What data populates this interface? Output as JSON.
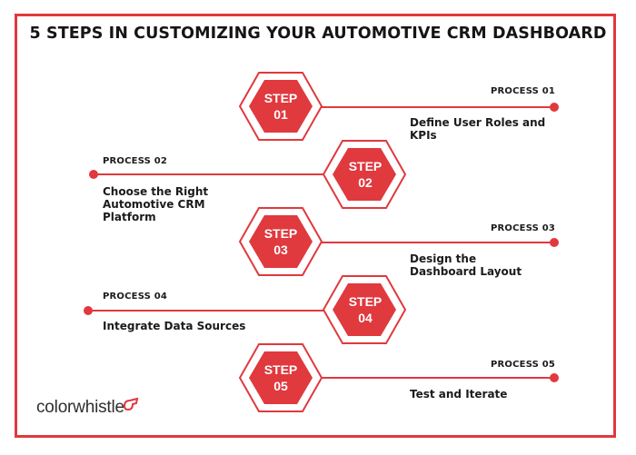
{
  "title": "5 STEPS IN CUSTOMIZING YOUR AUTOMOTIVE CRM DASHBOARD",
  "colors": {
    "accent": "#e0393e",
    "text": "#1b1b1b",
    "background": "#ffffff"
  },
  "steps": [
    {
      "step_label": "STEP",
      "step_number": "01",
      "process": "PROCESS 01",
      "description": "Define User Roles and KPIs"
    },
    {
      "step_label": "STEP",
      "step_number": "02",
      "process": "PROCESS 02",
      "description": "Choose the Right Automotive CRM Platform"
    },
    {
      "step_label": "STEP",
      "step_number": "03",
      "process": "PROCESS 03",
      "description": "Design the Dashboard Layout"
    },
    {
      "step_label": "STEP",
      "step_number": "04",
      "process": "PROCESS 04",
      "description": "Integrate Data Sources"
    },
    {
      "step_label": "STEP",
      "step_number": "05",
      "process": "PROCESS 05",
      "description": "Test and Iterate"
    }
  ],
  "logo": {
    "text": "colorwhistle",
    "icon": "whistle-icon"
  }
}
